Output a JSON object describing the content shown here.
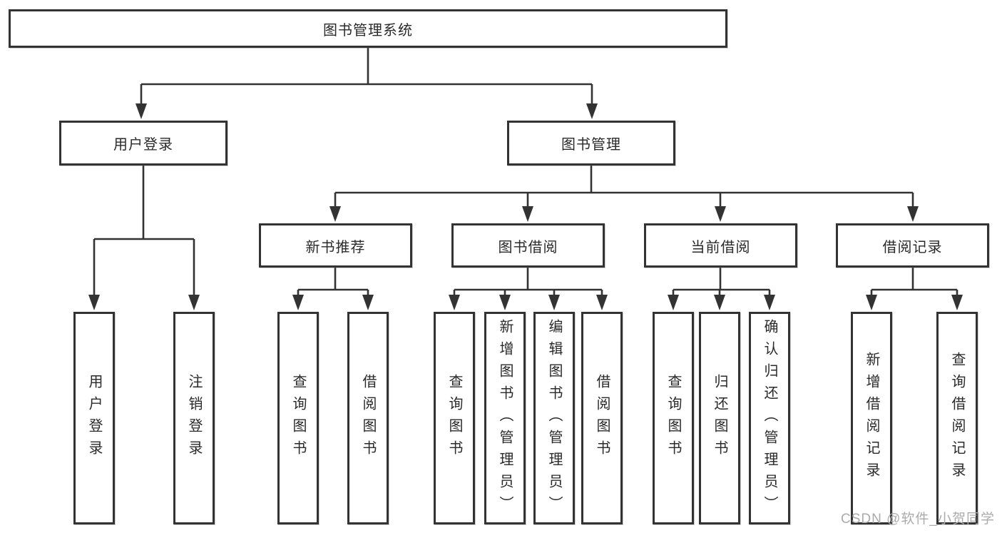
{
  "diagram": {
    "root": {
      "label": "图书管理系统"
    },
    "level2": [
      {
        "label": "用户登录"
      },
      {
        "label": "图书管理"
      }
    ],
    "level3": [
      {
        "label": "新书推荐"
      },
      {
        "label": "图书借阅"
      },
      {
        "label": "当前借阅"
      },
      {
        "label": "借阅记录"
      }
    ],
    "leaves": [
      {
        "label": "用户登录"
      },
      {
        "label": "注销登录"
      },
      {
        "label": "查询图书"
      },
      {
        "label": "借阅图书"
      },
      {
        "label": "查询图书"
      },
      {
        "label": "新增图书（管理员）"
      },
      {
        "label": "编辑图书（管理员）"
      },
      {
        "label": "借阅图书"
      },
      {
        "label": "查询图书"
      },
      {
        "label": "归还图书"
      },
      {
        "label": "确认归还（管理员）"
      },
      {
        "label": "新增借阅记录"
      },
      {
        "label": "查询借阅记录"
      }
    ]
  },
  "watermark": "CSDN @软件_小贺同学",
  "colors": {
    "line": "#333333",
    "text": "#2a2a2a",
    "watermark": "#ababab",
    "background": "#ffffff"
  }
}
